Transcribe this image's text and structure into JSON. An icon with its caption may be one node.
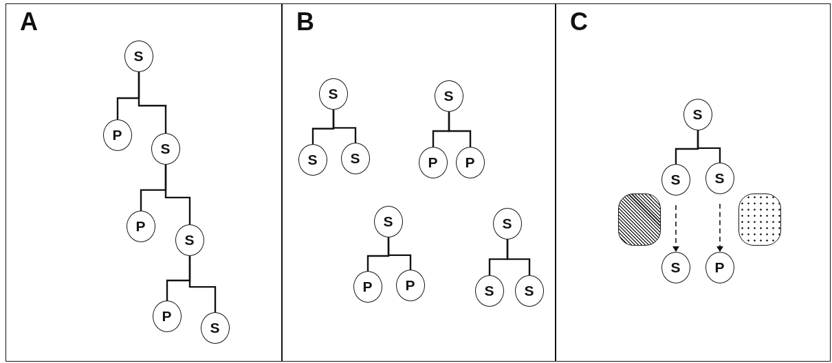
{
  "diagram": {
    "nodes": [
      {
        "text": [
          "A"
        ]
      },
      {
        "text": [
          "S"
        ],
        "in": 0
      },
      {
        "text": [
          "P"
        ],
        "in": 0
      },
      {
        "text": [
          "S"
        ],
        "in": 0
      },
      {
        "text": [
          "P"
        ],
        "in": 0
      },
      {
        "text": [
          "S"
        ],
        "in": 0
      },
      {
        "text": [
          "P"
        ],
        "in": 0
      },
      {
        "text": [
          "S"
        ],
        "in": 0
      },
      {
        "text": [
          "B"
        ]
      },
      {
        "text": [
          "S"
        ],
        "in": 8
      },
      {
        "text": [
          "S"
        ],
        "in": 8
      },
      {
        "text": [
          "S"
        ],
        "in": 8
      },
      {
        "text": [
          "S"
        ],
        "in": 8
      },
      {
        "text": [
          "P"
        ],
        "in": 8
      },
      {
        "text": [
          "P"
        ],
        "in": 8
      },
      {
        "text": [
          "S"
        ],
        "in": 8
      },
      {
        "text": [
          "P"
        ],
        "in": 8
      },
      {
        "text": [
          "P"
        ],
        "in": 8
      },
      {
        "text": [
          "S"
        ],
        "in": 8
      },
      {
        "text": [
          "S"
        ],
        "in": 8
      },
      {
        "text": [
          "S"
        ],
        "in": 8
      },
      {
        "text": [
          "C"
        ]
      },
      {
        "text": [
          "S"
        ],
        "in": 21
      },
      {
        "text": [
          "S"
        ],
        "in": 21
      },
      {
        "text": [
          "S"
        ],
        "in": 21
      },
      {
        "text": [],
        "shape": "box",
        "in": 21
      },
      {
        "text": [],
        "shape": "box",
        "in": 21
      },
      {
        "text": [
          "S"
        ],
        "in": 21
      },
      {
        "text": [
          "P"
        ],
        "in": 21
      }
    ],
    "edges": [
      {
        "from": 1,
        "to": 2,
        "arrow": "none"
      },
      {
        "from": 1,
        "to": 3,
        "arrow": "none"
      },
      {
        "from": 3,
        "to": 4,
        "arrow": "none"
      },
      {
        "from": 3,
        "to": 5,
        "arrow": "none"
      },
      {
        "from": 5,
        "to": 6,
        "arrow": "none"
      },
      {
        "from": 5,
        "to": 7,
        "arrow": "none"
      },
      {
        "from": 9,
        "to": 10,
        "arrow": "none"
      },
      {
        "from": 9,
        "to": 11,
        "arrow": "none"
      },
      {
        "from": 12,
        "to": 13,
        "arrow": "none"
      },
      {
        "from": 12,
        "to": 14,
        "arrow": "none"
      },
      {
        "from": 15,
        "to": 16,
        "arrow": "none"
      },
      {
        "from": 15,
        "to": 17,
        "arrow": "none"
      },
      {
        "from": 18,
        "to": 19,
        "arrow": "none"
      },
      {
        "from": 18,
        "to": 20,
        "arrow": "none"
      },
      {
        "from": 22,
        "to": 23,
        "arrow": "none"
      },
      {
        "from": 22,
        "to": 24,
        "arrow": "none"
      },
      {
        "from": 23,
        "to": 27,
        "arrow": "to",
        "style": "dashed"
      },
      {
        "from": 24,
        "to": 28,
        "arrow": "to",
        "style": "dashed"
      }
    ]
  }
}
